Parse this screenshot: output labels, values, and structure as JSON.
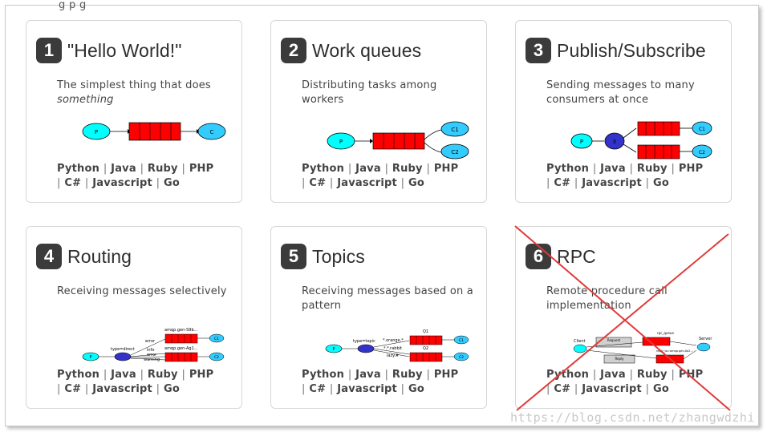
{
  "top_text": "g                    p                              g",
  "cards": [
    {
      "num": "1",
      "title": "\"Hello World!\"",
      "desc": "The simplest thing that does",
      "desc_em": "something",
      "line1": [
        "Python",
        "Java",
        "Ruby",
        "PHP"
      ],
      "line2": [
        "C#",
        "Javascript",
        "Go"
      ]
    },
    {
      "num": "2",
      "title": "Work queues",
      "desc": "Distributing tasks among workers",
      "desc_em": "",
      "line1": [
        "Python",
        "Java",
        "Ruby",
        "PHP"
      ],
      "line2": [
        "C#",
        "Javascript",
        "Go"
      ]
    },
    {
      "num": "3",
      "title": "Publish/Subscribe",
      "desc": "Sending messages to many consumers at once",
      "desc_em": "",
      "line1": [
        "Python",
        "Java",
        "Ruby",
        "PHP"
      ],
      "line2": [
        "C#",
        "Javascript",
        "Go"
      ]
    },
    {
      "num": "4",
      "title": "Routing",
      "desc": "Receiving messages selectively",
      "desc_em": "",
      "line1": [
        "Python",
        "Java",
        "Ruby",
        "PHP"
      ],
      "line2": [
        "C#",
        "Javascript",
        "Go"
      ]
    },
    {
      "num": "5",
      "title": "Topics",
      "desc": "Receiving messages based on a pattern",
      "desc_em": "",
      "line1": [
        "Python",
        "Java",
        "Ruby",
        "PHP"
      ],
      "line2": [
        "C#",
        "Javascript",
        "Go"
      ]
    },
    {
      "num": "6",
      "title": "RPC",
      "desc": "Remote procedure call implementation",
      "desc_em": "",
      "line1": [
        "Python",
        "Java",
        "Ruby",
        "PHP"
      ],
      "line2": [
        "C#",
        "Javascript",
        "Go"
      ]
    }
  ],
  "diagram_labels": {
    "p": "P",
    "c": "C",
    "x": "X",
    "c1": "C1",
    "c2": "C2",
    "routing": {
      "type": "type=direct",
      "error": "error",
      "info": "info",
      "warning": "warning",
      "q1": "amqp.gen-S9b...",
      "q2": "amqp.gen-Ag1..."
    },
    "topics": {
      "type": "type=topic",
      "k1": "*.orange.*",
      "k2": "*.*.rabbit",
      "k3": "lazy.#",
      "q1": "Q1",
      "q2": "Q2"
    },
    "rpc": {
      "client": "Client",
      "server": "Server",
      "req": "Request",
      "rep": "Reply",
      "rpc_queue": "rpc_queue",
      "reply_to": "reply_to=amqp.gen-Xa2..."
    }
  },
  "colors": {
    "producer": "#00ffff",
    "consumer": "#33ccff",
    "exchange": "#3333cc",
    "queue": "#ff0000",
    "cross": "#e03a3a"
  },
  "watermark": "https://blog.csdn.net/zhangwdzhi"
}
